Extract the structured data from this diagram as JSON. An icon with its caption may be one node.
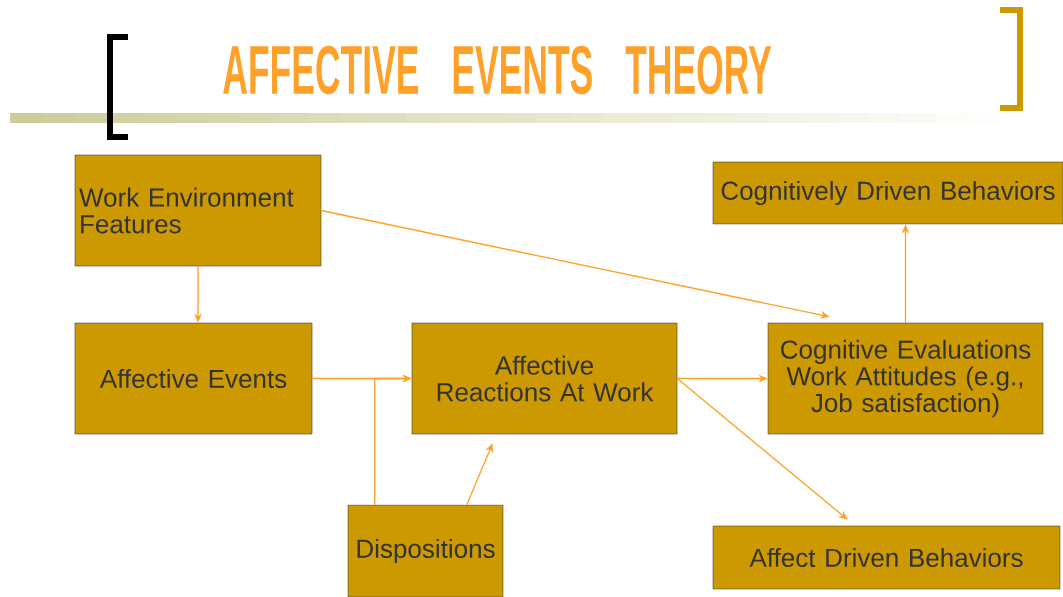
{
  "diagram": {
    "title": "AFFECTIVE EVENTS THEORY",
    "nodes": [
      {
        "text": [
          "Work Environment Features"
        ]
      },
      {
        "text": [
          "Cognitively Driven Behaviors"
        ]
      },
      {
        "text": [
          "Affective Events"
        ]
      },
      {
        "text": [
          "Affective Reactions At Work"
        ]
      },
      {
        "text": [
          "Cognitive Evaluations",
          "Work Attitudes (e.g., Job satisfaction)"
        ]
      },
      {
        "text": [
          "Dispositions"
        ]
      },
      {
        "text": [
          "Affect Driven Behaviors"
        ]
      }
    ],
    "edges": [
      {
        "from": 0,
        "to": 2,
        "arrow": "to"
      },
      {
        "from": 0,
        "to": 4,
        "arrow": "to"
      },
      {
        "from": 2,
        "to": 3,
        "arrow": "to"
      },
      {
        "from": 5,
        "to": 3,
        "arrow": "to"
      },
      {
        "from": 5,
        "to": 3,
        "arrow": "to"
      },
      {
        "from": 3,
        "to": 4,
        "arrow": "to"
      },
      {
        "from": 3,
        "to": 6,
        "arrow": "to"
      },
      {
        "from": 4,
        "to": 1,
        "arrow": "to"
      }
    ]
  }
}
